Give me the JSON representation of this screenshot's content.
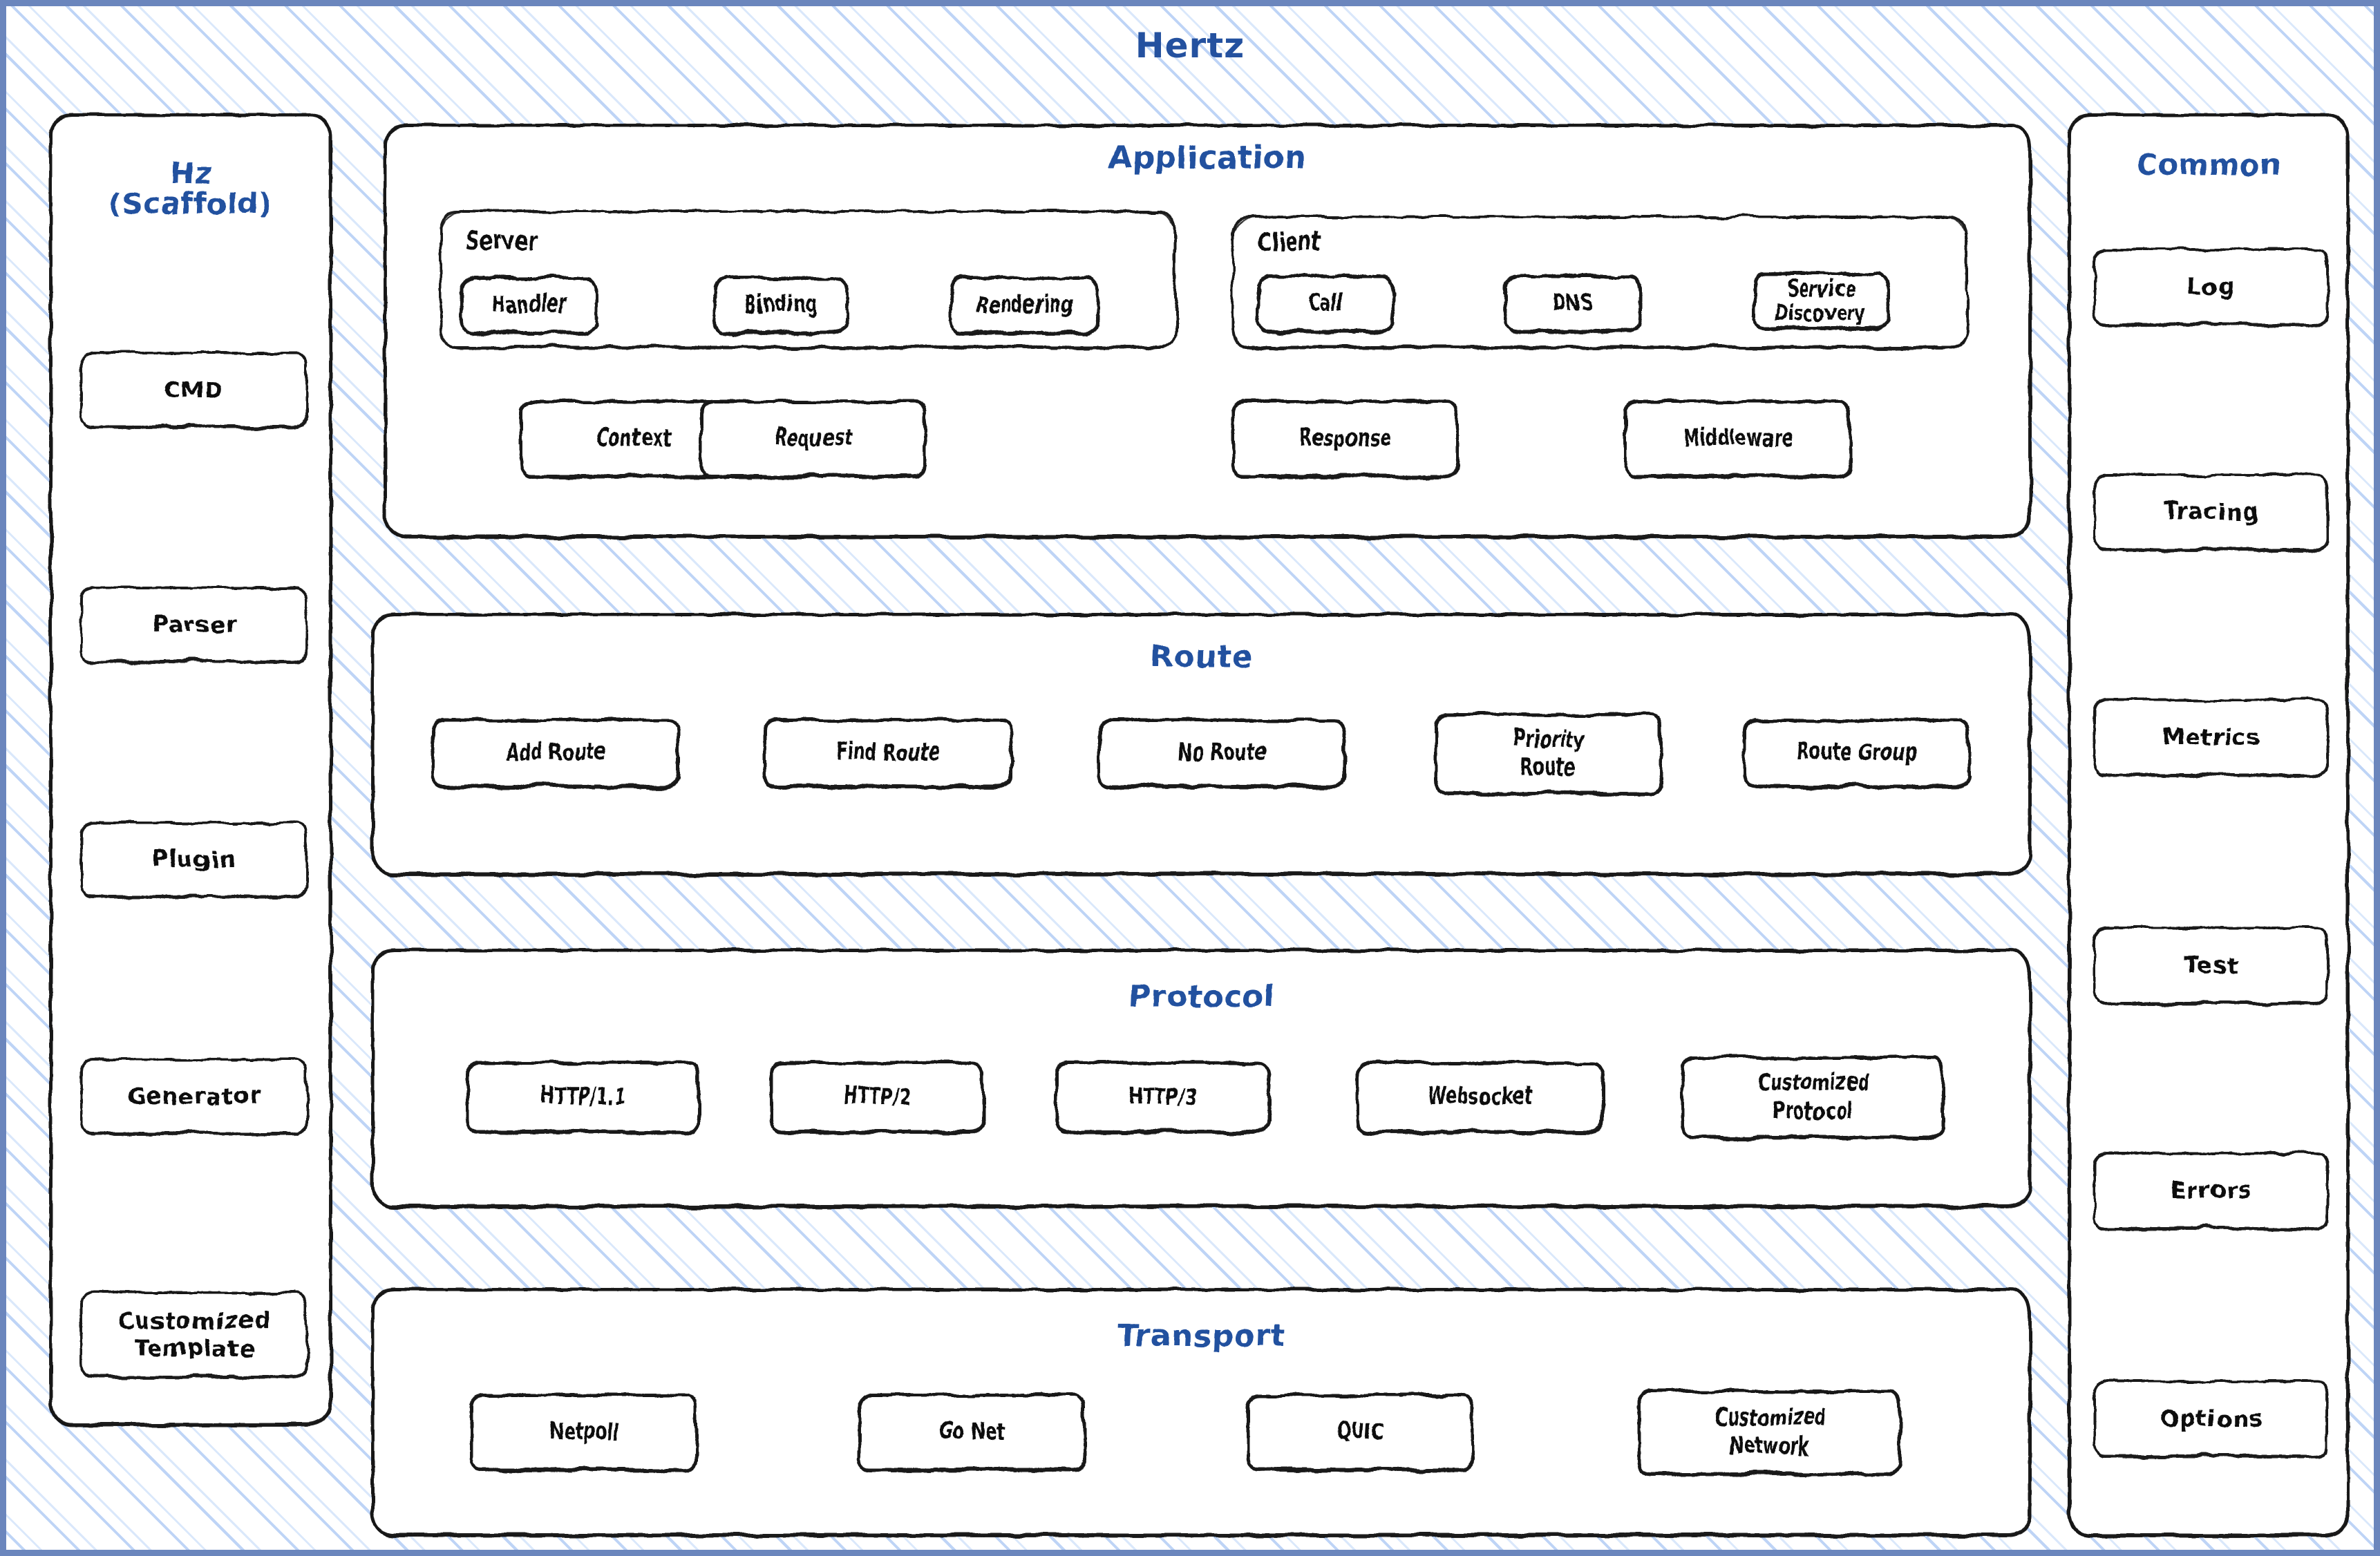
{
  "diagram": {
    "title": "Hertz",
    "accent_color": "#24519f",
    "border_color": "#6b86bd",
    "stroke_color": "#111111",
    "hatch_color": "#bad2f5"
  },
  "scaffold": {
    "title": "Hz\n(Scaffold)",
    "items": [
      {
        "label": "CMD"
      },
      {
        "label": "Parser"
      },
      {
        "label": "Plugin"
      },
      {
        "label": "Generator"
      },
      {
        "label": "Customized\nTemplate"
      }
    ]
  },
  "common": {
    "title": "Common",
    "items": [
      {
        "label": "Log"
      },
      {
        "label": "Tracing"
      },
      {
        "label": "Metrics"
      },
      {
        "label": "Test"
      },
      {
        "label": "Errors"
      },
      {
        "label": "Options"
      }
    ]
  },
  "layers": {
    "application": {
      "title": "Application",
      "server": {
        "label": "Server",
        "items": [
          {
            "label": "Handler"
          },
          {
            "label": "Binding"
          },
          {
            "label": "Rendering"
          }
        ]
      },
      "client": {
        "label": "Client",
        "items": [
          {
            "label": "Call"
          },
          {
            "label": "DNS"
          },
          {
            "label": "Service\nDiscovery"
          }
        ]
      },
      "bottom_items": [
        {
          "label": "Context"
        },
        {
          "label": "Request"
        },
        {
          "label": "Response"
        },
        {
          "label": "Middleware"
        }
      ]
    },
    "route": {
      "title": "Route",
      "items": [
        {
          "label": "Add Route"
        },
        {
          "label": "Find Route"
        },
        {
          "label": "No Route"
        },
        {
          "label": "Priority\nRoute"
        },
        {
          "label": "Route Group"
        }
      ]
    },
    "protocol": {
      "title": "Protocol",
      "items": [
        {
          "label": "HTTP/1.1"
        },
        {
          "label": "HTTP/2"
        },
        {
          "label": "HTTP/3"
        },
        {
          "label": "Websocket"
        },
        {
          "label": "Customized\nProtocol"
        }
      ]
    },
    "transport": {
      "title": "Transport",
      "items": [
        {
          "label": "Netpoll"
        },
        {
          "label": "Go Net"
        },
        {
          "label": "QUIC"
        },
        {
          "label": "Customized\nNetwork"
        }
      ]
    }
  }
}
